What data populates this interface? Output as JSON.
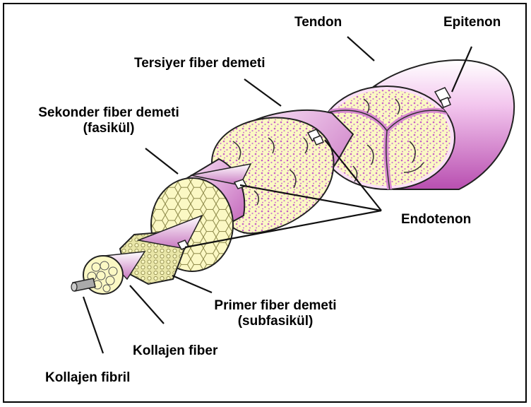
{
  "labels": {
    "tendon": "Tendon",
    "epitenon": "Epitenon",
    "tersiyer": "Tersiyer fiber demeti",
    "sekonder_line1": "Sekonder fiber demeti",
    "sekonder_line2": "(fasikül)",
    "endotenon": "Endotenon",
    "primer_line1": "Primer fiber demeti",
    "primer_line2": "(subfasikül)",
    "kollajen_fiber": "Kollajen fiber",
    "kollajen_fibril": "Kollajen fibril"
  },
  "colors": {
    "sheath": "#f0b8e8",
    "sheath_dark": "#a94aa0",
    "fill": "#fbf8c4",
    "dots": "#cc66cc",
    "hex": "#d8d480",
    "outline": "#222222"
  }
}
